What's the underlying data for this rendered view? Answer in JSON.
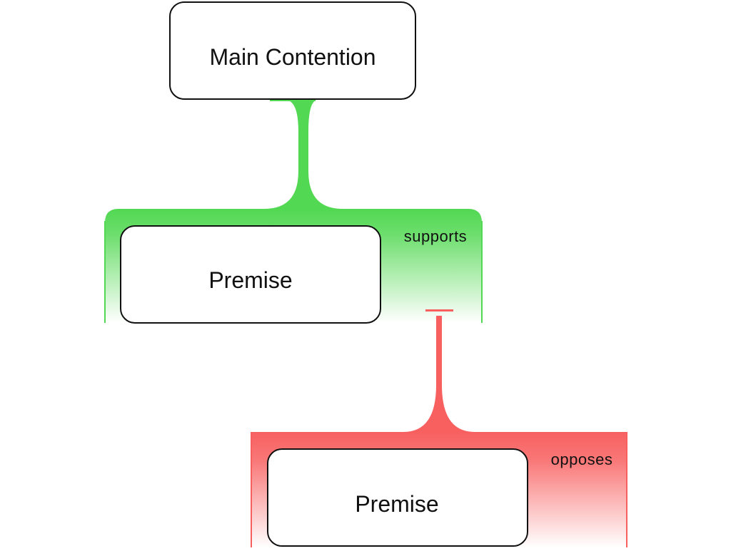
{
  "main_contention": {
    "label": "Main Contention"
  },
  "supporting_reason": {
    "relation": "supports",
    "premise": "Premise",
    "color": "#52d852"
  },
  "objection": {
    "relation": "opposes",
    "premise": "Premise",
    "color": "#f86060"
  }
}
